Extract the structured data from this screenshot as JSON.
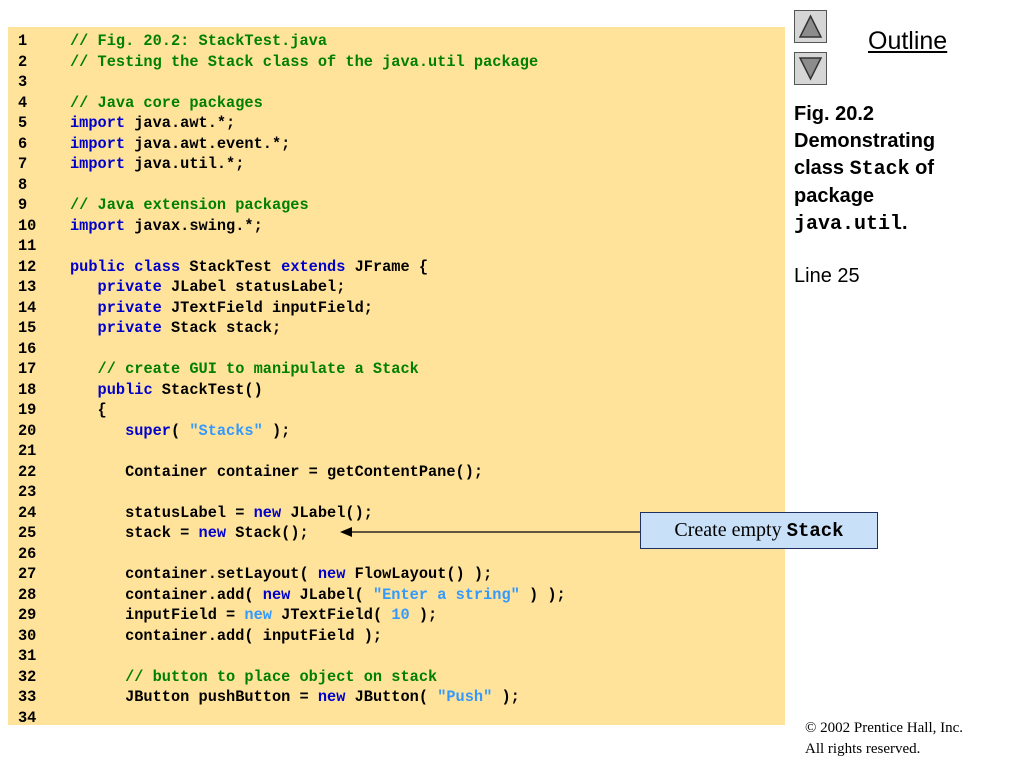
{
  "outline_label": "Outline",
  "nav": {
    "up_icon": "triangle-up-icon",
    "down_icon": "triangle-down-icon"
  },
  "caption": {
    "line1": "Fig. 20.2",
    "line2": "Demonstrating",
    "line3_a": "class ",
    "line3_mono": "Stack",
    "line3_b": " of",
    "line4": "package",
    "line5_mono": "java.util",
    "line5_b": "."
  },
  "line_ref": "Line 25",
  "callout": {
    "text": "Create empty ",
    "mono": "Stack"
  },
  "footer": {
    "copyright": "© 2002 Prentice Hall, Inc.",
    "rights": "All rights reserved."
  },
  "colors": {
    "panel": "#ffe39b",
    "comment": "#008000",
    "keyword": "#0000cc",
    "string": "#3399ff",
    "callout_bg": "#c8e0f8"
  },
  "code": [
    {
      "n": "1",
      "t": [
        [
          "c",
          "// Fig. 20.2: StackTest.java"
        ]
      ]
    },
    {
      "n": "2",
      "t": [
        [
          "c",
          "// Testing the Stack class of the java.util package"
        ]
      ]
    },
    {
      "n": "3",
      "t": []
    },
    {
      "n": "4",
      "t": [
        [
          "c",
          "// Java core packages"
        ]
      ]
    },
    {
      "n": "5",
      "t": [
        [
          "k",
          "import"
        ],
        [
          "p",
          " java.awt.*;"
        ]
      ]
    },
    {
      "n": "6",
      "t": [
        [
          "k",
          "import"
        ],
        [
          "p",
          " java.awt.event.*;"
        ]
      ]
    },
    {
      "n": "7",
      "t": [
        [
          "k",
          "import"
        ],
        [
          "p",
          " java.util.*;"
        ]
      ]
    },
    {
      "n": "8",
      "t": []
    },
    {
      "n": "9",
      "t": [
        [
          "c",
          "// Java extension packages"
        ]
      ]
    },
    {
      "n": "10",
      "t": [
        [
          "k",
          "import"
        ],
        [
          "p",
          " javax.swing.*;"
        ]
      ]
    },
    {
      "n": "11",
      "t": []
    },
    {
      "n": "12",
      "t": [
        [
          "k",
          "public class"
        ],
        [
          "p",
          " StackTest "
        ],
        [
          "k",
          "extends"
        ],
        [
          "p",
          " JFrame {"
        ]
      ]
    },
    {
      "n": "13",
      "t": [
        [
          "p",
          "   "
        ],
        [
          "k",
          "private"
        ],
        [
          "p",
          " JLabel statusLabel;"
        ]
      ]
    },
    {
      "n": "14",
      "t": [
        [
          "p",
          "   "
        ],
        [
          "k",
          "private"
        ],
        [
          "p",
          " JTextField inputField;"
        ]
      ]
    },
    {
      "n": "15",
      "t": [
        [
          "p",
          "   "
        ],
        [
          "k",
          "private"
        ],
        [
          "p",
          " Stack stack;"
        ]
      ]
    },
    {
      "n": "16",
      "t": []
    },
    {
      "n": "17",
      "t": [
        [
          "p",
          "   "
        ],
        [
          "c",
          "// create GUI to manipulate a Stack"
        ]
      ]
    },
    {
      "n": "18",
      "t": [
        [
          "p",
          "   "
        ],
        [
          "k",
          "public"
        ],
        [
          "p",
          " StackTest()"
        ]
      ]
    },
    {
      "n": "19",
      "t": [
        [
          "p",
          "   {"
        ]
      ]
    },
    {
      "n": "20",
      "t": [
        [
          "p",
          "      "
        ],
        [
          "k",
          "super"
        ],
        [
          "p",
          "( "
        ],
        [
          "s",
          "\"Stacks\""
        ],
        [
          "p",
          " );"
        ]
      ]
    },
    {
      "n": "21",
      "t": []
    },
    {
      "n": "22",
      "t": [
        [
          "p",
          "      Container container = getContentPane();"
        ]
      ]
    },
    {
      "n": "23",
      "t": []
    },
    {
      "n": "24",
      "t": [
        [
          "p",
          "      statusLabel = "
        ],
        [
          "k",
          "new"
        ],
        [
          "p",
          " JLabel();"
        ]
      ]
    },
    {
      "n": "25",
      "t": [
        [
          "p",
          "      stack = "
        ],
        [
          "k",
          "new"
        ],
        [
          "p",
          " Stack();"
        ]
      ]
    },
    {
      "n": "26",
      "t": []
    },
    {
      "n": "27",
      "t": [
        [
          "p",
          "      container.setLayout( "
        ],
        [
          "k",
          "new"
        ],
        [
          "p",
          " FlowLayout() );"
        ]
      ]
    },
    {
      "n": "28",
      "t": [
        [
          "p",
          "      container.add( "
        ],
        [
          "k",
          "new"
        ],
        [
          "p",
          " JLabel( "
        ],
        [
          "s",
          "\"Enter a string\""
        ],
        [
          "p",
          " ) );"
        ]
      ]
    },
    {
      "n": "29",
      "t": [
        [
          "p",
          "      inputField = "
        ],
        [
          "s",
          "new"
        ],
        [
          "p",
          " JTextField( "
        ],
        [
          "s",
          "10"
        ],
        [
          "p",
          " );"
        ]
      ]
    },
    {
      "n": "30",
      "t": [
        [
          "p",
          "      container.add( inputField );"
        ]
      ]
    },
    {
      "n": "31",
      "t": []
    },
    {
      "n": "32",
      "t": [
        [
          "p",
          "      "
        ],
        [
          "c",
          "// button to place object on stack"
        ]
      ]
    },
    {
      "n": "33",
      "t": [
        [
          "p",
          "      JButton pushButton = "
        ],
        [
          "k",
          "new"
        ],
        [
          "p",
          " JButton( "
        ],
        [
          "s",
          "\"Push\""
        ],
        [
          "p",
          " );"
        ]
      ]
    },
    {
      "n": "34",
      "t": []
    }
  ]
}
